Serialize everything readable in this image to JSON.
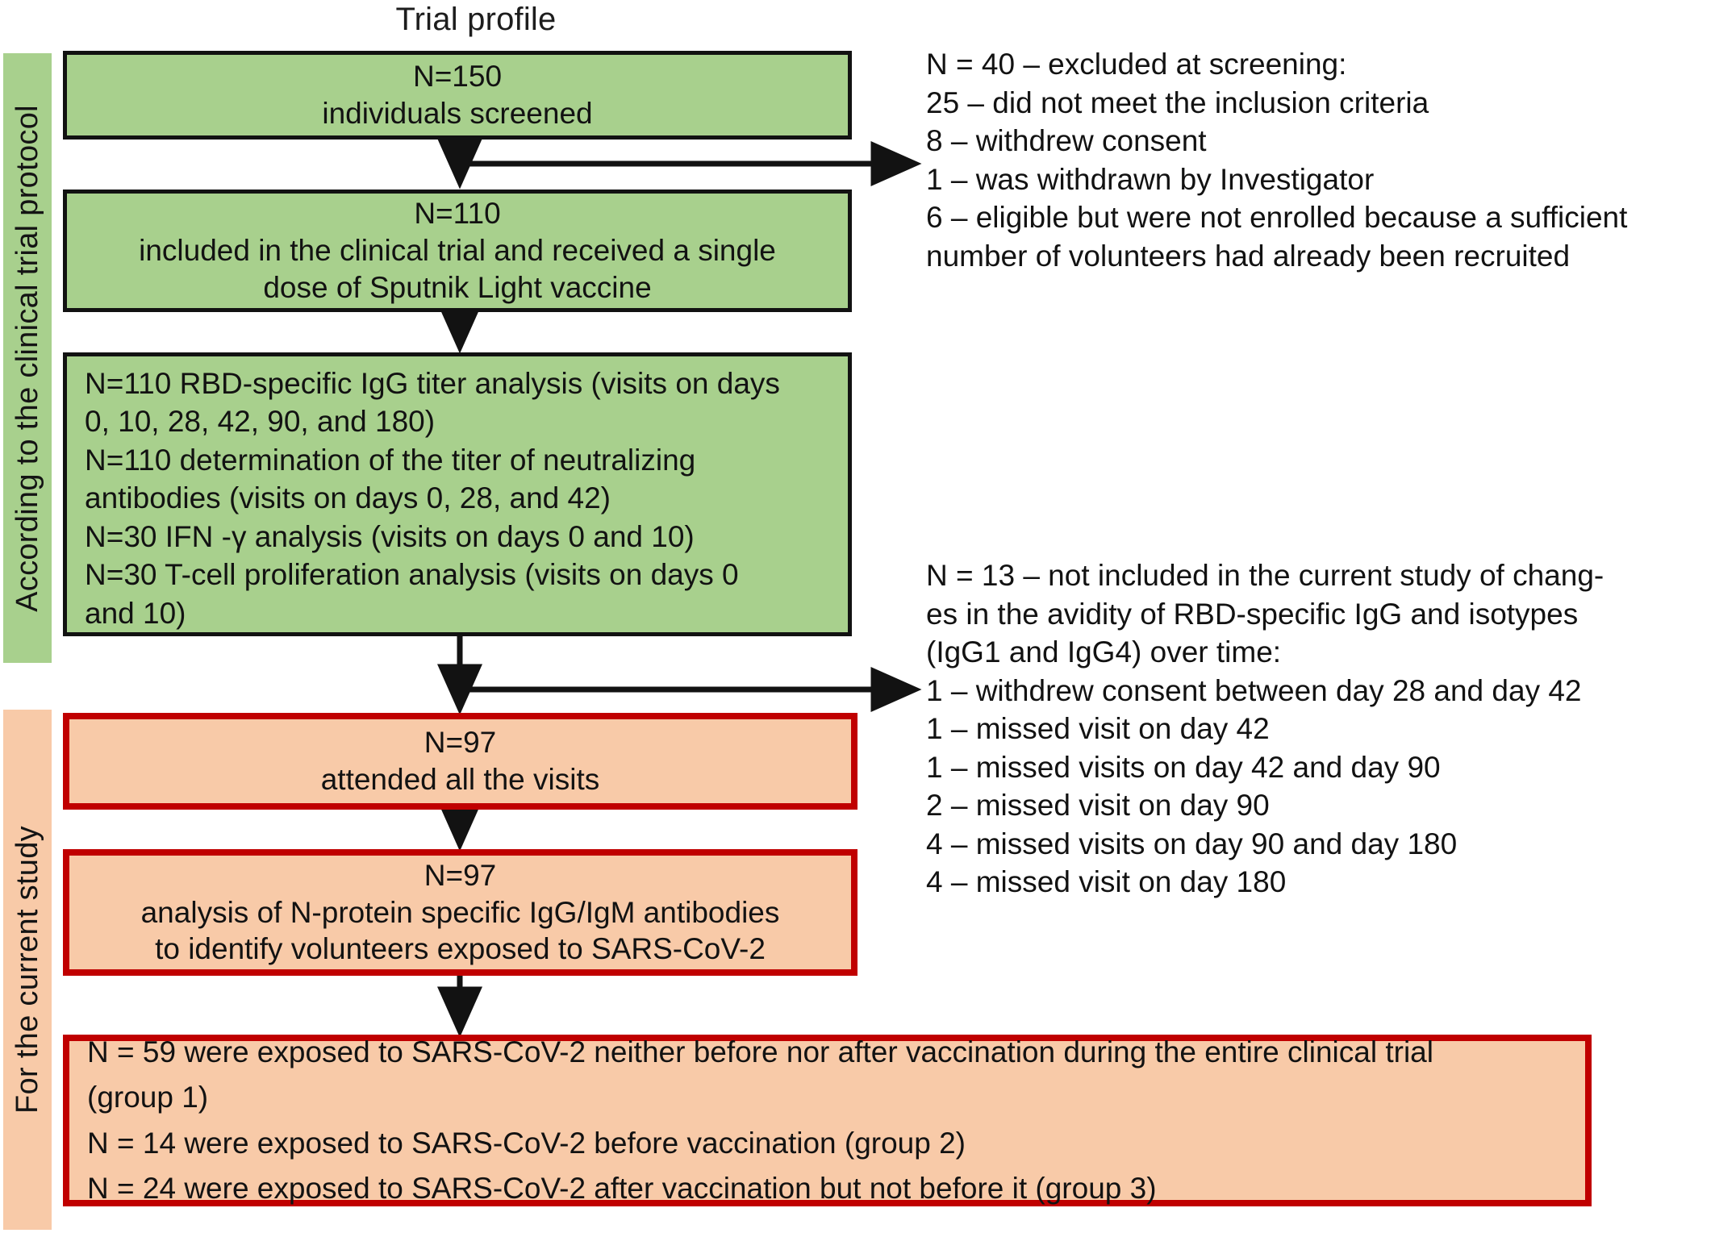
{
  "title": "Trial profile",
  "phases": [
    {
      "id": "protocol",
      "label": "According to the clinical trial protocol",
      "color": "#a8d08d"
    },
    {
      "id": "current",
      "label": "For the current study",
      "color": "#f8caa8"
    }
  ],
  "colors": {
    "green_fill": "#a8d08d",
    "orange_fill": "#f8caa8",
    "green_border": "#121212",
    "orange_border": "#c00000",
    "text": "#121212"
  },
  "boxes": {
    "screened": {
      "lines": [
        "N=150",
        "individuals screened"
      ]
    },
    "included": {
      "lines": [
        "N=110",
        "included in the clinical trial and received a single",
        "dose of Sputnik Light vaccine"
      ]
    },
    "analysis": {
      "lines": [
        "N=110 RBD-specific IgG titer analysis (visits on days",
        "0, 10, 28, 42, 90, and 180)",
        "N=110 determination of the titer of neutralizing",
        "antibodies (visits on days 0, 28, and 42)",
        "N=30 IFN -γ analysis (visits on days 0 and 10)",
        "N=30 T-cell proliferation analysis (visits on days 0",
        "and 10)"
      ]
    },
    "attended": {
      "lines": [
        "N=97",
        "attended all the visits"
      ]
    },
    "nprotein": {
      "lines": [
        "N=97",
        "analysis of N-protein specific IgG/IgM antibodies",
        "to identify volunteers exposed to SARS-CoV-2"
      ]
    },
    "groups": {
      "lines": [
        "N = 59 were exposed to SARS-CoV-2 neither before nor after vaccination during the entire clinical trial",
        "(group 1)",
        "N = 14 were exposed to SARS-CoV-2 before vaccination (group 2)",
        "N = 24 were exposed to SARS-CoV-2 after vaccination but not before it (group 3)"
      ]
    }
  },
  "notes": {
    "screening": {
      "lines": [
        "N = 40 – excluded at screening:",
        "25 – did not meet the inclusion criteria",
        "8 – withdrew consent",
        "1 – was withdrawn by Investigator",
        "6 – eligible but were not enrolled because a sufficient",
        "number of volunteers had already been recruited"
      ]
    },
    "excluded": {
      "lines": [
        "N = 13 – not included in the current study of chang-",
        "es in the avidity of RBD-specific IgG and isotypes",
        "(IgG1 and IgG4) over time:",
        "1 – withdrew consent between day 28 and day 42",
        "1 – missed visit on day 42",
        "1 – missed visits on day 42 and day 90",
        "2 – missed visit on day 90",
        "4 – missed visits on day 90 and day 180",
        "4 – missed visit on day 180"
      ]
    }
  },
  "chart_data": {
    "type": "diagram",
    "title": "Trial profile",
    "nodes": [
      {
        "id": "screened",
        "n": 150,
        "label": "individuals screened",
        "phase": "protocol"
      },
      {
        "id": "included",
        "n": 110,
        "label": "included in the clinical trial and received a single dose of Sputnik Light vaccine",
        "phase": "protocol"
      },
      {
        "id": "analysis",
        "n": 110,
        "label": "RBD-specific IgG titer analysis; neutralizing antibodies; IFN-gamma; T-cell proliferation",
        "phase": "protocol"
      },
      {
        "id": "attended",
        "n": 97,
        "label": "attended all the visits",
        "phase": "current"
      },
      {
        "id": "nprotein",
        "n": 97,
        "label": "analysis of N-protein specific IgG/IgM antibodies to identify volunteers exposed to SARS-CoV-2",
        "phase": "current"
      },
      {
        "id": "groups",
        "n": 97,
        "label": "group allocation by SARS-CoV-2 exposure",
        "phase": "current"
      }
    ],
    "exclusions": [
      {
        "from": "screened",
        "n": 40,
        "reason": "excluded at screening",
        "breakdown": [
          {
            "n": 25,
            "reason": "did not meet the inclusion criteria"
          },
          {
            "n": 8,
            "reason": "withdrew consent"
          },
          {
            "n": 1,
            "reason": "was withdrawn by Investigator"
          },
          {
            "n": 6,
            "reason": "eligible but were not enrolled because a sufficient number of volunteers had already been recruited"
          }
        ]
      },
      {
        "from": "analysis",
        "n": 13,
        "reason": "not included in the current study of changes in the avidity of RBD-specific IgG and isotypes (IgG1 and IgG4) over time",
        "breakdown": [
          {
            "n": 1,
            "reason": "withdrew consent between day 28 and day 42"
          },
          {
            "n": 1,
            "reason": "missed visit on day 42"
          },
          {
            "n": 1,
            "reason": "missed visits on day 42 and day 90"
          },
          {
            "n": 2,
            "reason": "missed visit on day 90"
          },
          {
            "n": 4,
            "reason": "missed visits on day 90 and day 180"
          },
          {
            "n": 4,
            "reason": "missed visit on day 180"
          }
        ]
      }
    ],
    "groups": [
      {
        "group": 1,
        "n": 59,
        "definition": "exposed to SARS-CoV-2 neither before nor after vaccination during the entire clinical trial"
      },
      {
        "group": 2,
        "n": 14,
        "definition": "exposed to SARS-CoV-2 before vaccination"
      },
      {
        "group": 3,
        "n": 24,
        "definition": "exposed to SARS-CoV-2 after vaccination but not before it"
      }
    ],
    "visit_days": {
      "rbd_igg_titer": [
        0,
        10,
        28,
        42,
        90,
        180
      ],
      "neutralizing_antibodies": [
        0,
        28,
        42
      ],
      "ifn_gamma": [
        0,
        10
      ],
      "t_cell_proliferation": [
        0,
        10
      ]
    },
    "sub_counts": {
      "rbd_igg_titer_n": 110,
      "neutralizing_antibodies_n": 110,
      "ifn_gamma_n": 30,
      "t_cell_proliferation_n": 30
    }
  }
}
